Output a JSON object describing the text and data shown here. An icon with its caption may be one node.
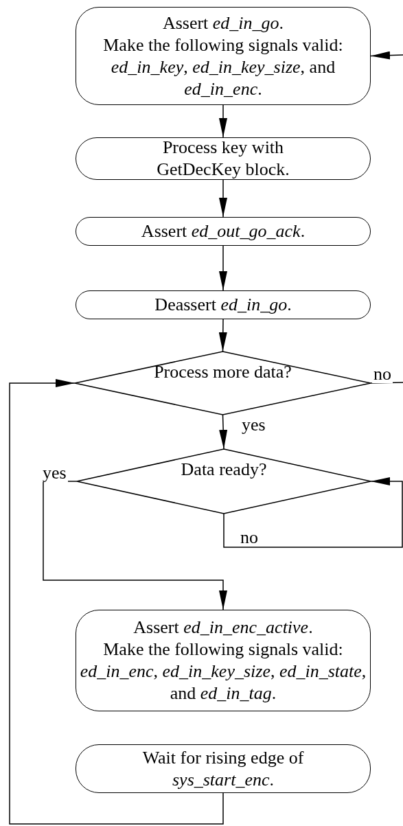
{
  "diagram": {
    "nodes": [
      {
        "text": [
          "Assert *ed_in_go*.",
          "Make the following signals valid: *ed_in_key*, *ed_in_key_size*, and *ed_in_enc*."
        ]
      },
      {
        "text": [
          "Process key with GetDecKey block."
        ]
      },
      {
        "text": [
          "Assert *ed_out_go_ack*."
        ]
      },
      {
        "text": [
          "Deassert *ed_in_go*."
        ]
      },
      {
        "text": [
          "Process more data?"
        ]
      },
      {
        "text": [
          "Data ready?"
        ]
      },
      {
        "text": [
          "Assert *ed_in_enc_active*.",
          "Make the following signals valid: *ed_in_enc*, *ed_in_key_size*, *ed_in_state*, and *ed_in_tag*."
        ]
      },
      {
        "text": [
          "Wait for rising edge of *sys_start_enc*."
        ]
      }
    ],
    "edges": [
      {
        "from": 0,
        "to": 1,
        "arrow": "to"
      },
      {
        "from": 1,
        "to": 2,
        "arrow": "to"
      },
      {
        "from": 2,
        "to": 3,
        "arrow": "to"
      },
      {
        "from": 3,
        "to": 4,
        "arrow": "to"
      },
      {
        "from": 4,
        "to": 5,
        "arrow": "to",
        "label": "yes"
      },
      {
        "from": 5,
        "to": 6,
        "arrow": "to",
        "label": "yes"
      },
      {
        "from": 5,
        "to": 5,
        "arrow": "to",
        "label": "no"
      },
      {
        "from": 7,
        "to": 4,
        "arrow": "to"
      },
      {
        "from": 4,
        "to": null,
        "arrow": "none",
        "label": "no"
      },
      {
        "from": null,
        "to": 0,
        "arrow": "to"
      }
    ]
  }
}
